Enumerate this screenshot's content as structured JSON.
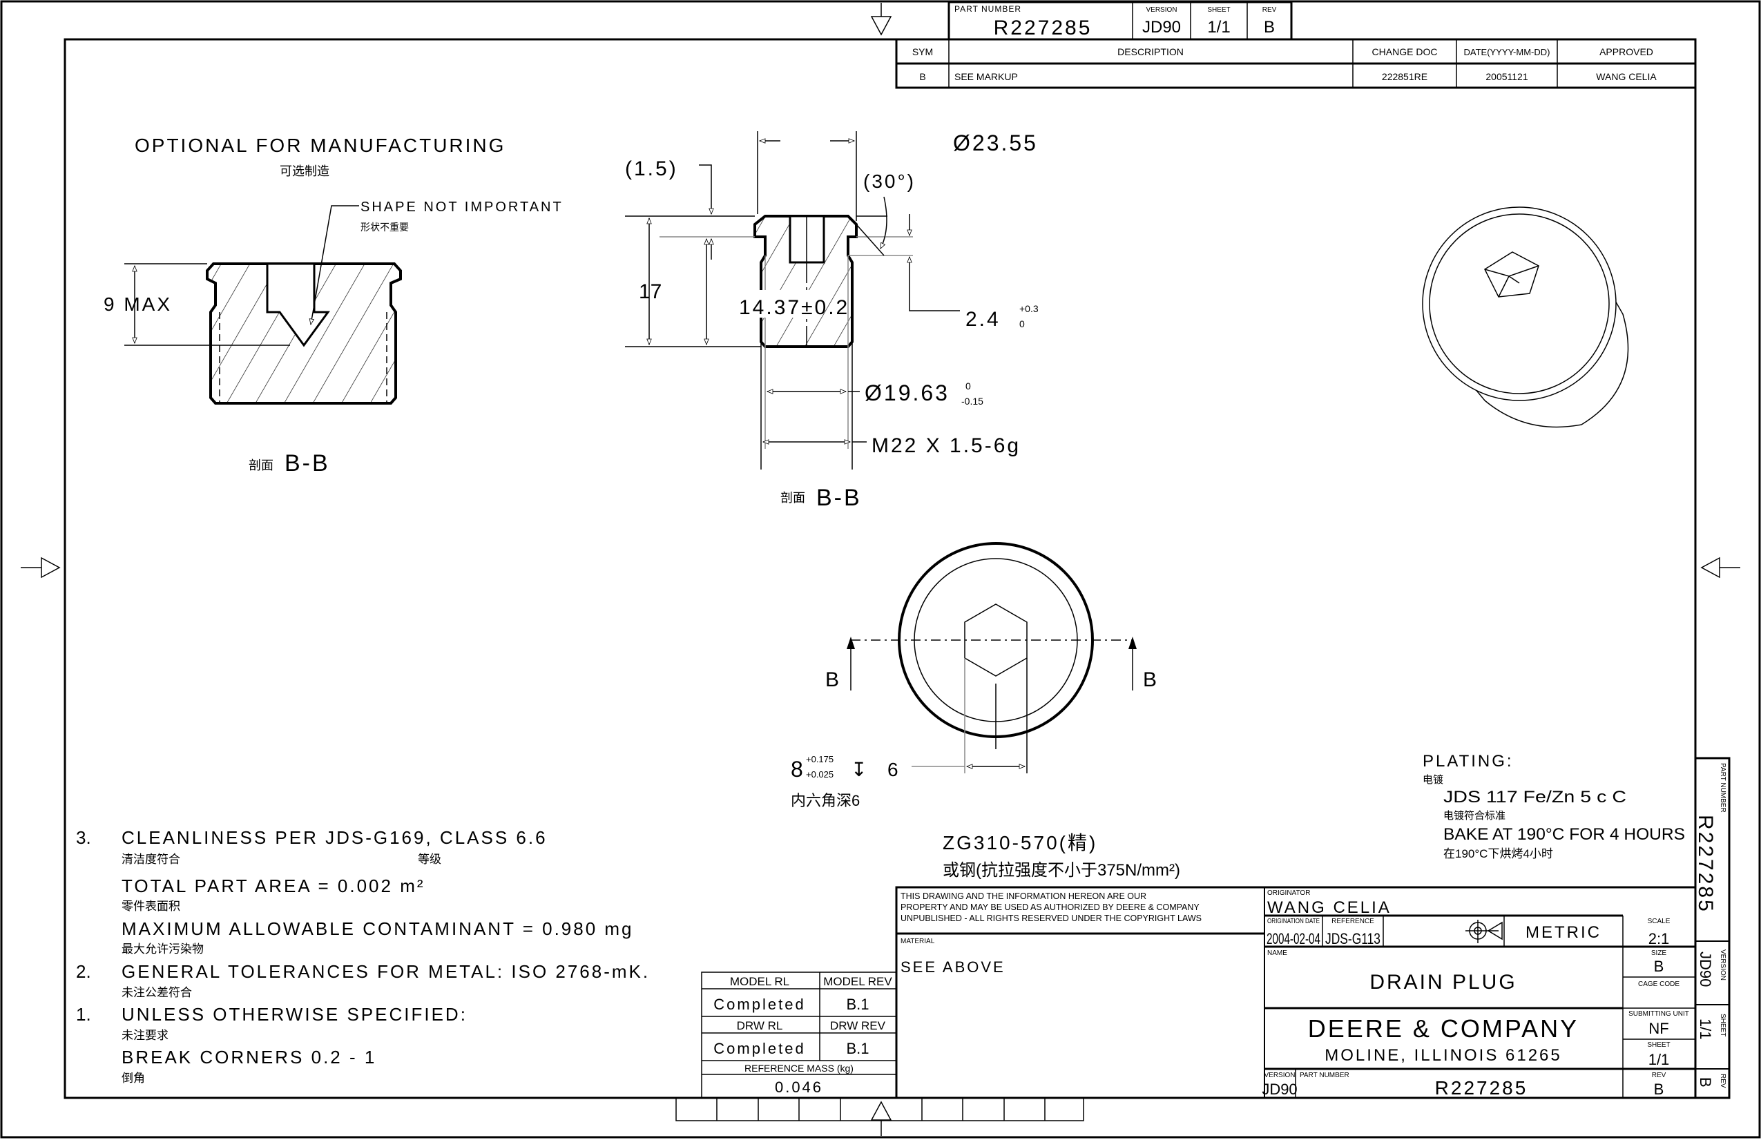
{
  "header": {
    "part_number_label": "PART NUMBER",
    "part_number": "R227285",
    "version_label": "VERSION",
    "version": "JD90",
    "sheet_label": "SHEET",
    "sheet": "1/1",
    "rev_label": "REV",
    "rev": "B"
  },
  "revision_table": {
    "columns": [
      "SYM",
      "DESCRIPTION",
      "CHANGE DOC",
      "DATE(YYYY-MM-DD)",
      "APPROVED"
    ],
    "rows": [
      [
        "B",
        "SEE MARKUP",
        "222851RE",
        "20051121",
        "WANG CELIA"
      ]
    ]
  },
  "left_view": {
    "optional": "OPTIONAL FOR MANUFACTURING",
    "optional_cn": "可选制造",
    "shape": "SHAPE NOT IMPORTANT",
    "shape_cn": "形状不重要",
    "dim_max": "9 MAX",
    "section_cn": "剖面",
    "section": "B-B"
  },
  "section_view": {
    "dia_outer": "Ø23.55",
    "flange": "(1.5)",
    "angle": "(30°)",
    "height": "17",
    "height2": "14.37±0.2",
    "groove": "2.4",
    "groove_tol_up": "+0.3",
    "groove_tol_low": "0",
    "dia_minor": "Ø19.63",
    "minor_tol_up": "0",
    "minor_tol_low": "-0.15",
    "thread": "M22 X 1.5-6g",
    "section_cn": "剖面",
    "section": "B-B"
  },
  "top_view": {
    "cut_label": "B",
    "hex": "8",
    "hex_tol_up": "+0.175",
    "hex_tol_low": "+0.025",
    "depth_symbol": "↧",
    "depth": "6",
    "hex_cn": "内六角深6"
  },
  "material_notes": {
    "grade": "ZG310-570(精)",
    "grade_cn": "或钢(抗拉强度不小于375N/mm²)"
  },
  "plating": {
    "title": "PLATING:",
    "title_cn": "电镀",
    "spec": "JDS 117 Fe/Zn 5 c C",
    "spec_cn": "电镀符合标准",
    "bake": "BAKE AT 190°C FOR 4 HOURS",
    "bake_cn": "在190°C下烘烤4小时"
  },
  "notes": [
    {
      "num": "3.",
      "text": "CLEANLINESS PER JDS-G169, CLASS 6.6",
      "cn": "清洁度符合",
      "cn2": "等级"
    },
    {
      "num": "",
      "text": "TOTAL PART AREA = 0.002 m²",
      "cn": "零件表面积"
    },
    {
      "num": "",
      "text": "MAXIMUM ALLOWABLE CONTAMINANT = 0.980 mg",
      "cn": "最大允许污染物"
    },
    {
      "num": "2.",
      "text": "GENERAL TOLERANCES FOR METAL: ISO 2768-mK.",
      "cn": "未注公差符合"
    },
    {
      "num": "1.",
      "text": "UNLESS OTHERWISE SPECIFIED:",
      "cn": "未注要求"
    },
    {
      "num": "",
      "text": "BREAK CORNERS 0.2 - 1",
      "cn": "倒角"
    }
  ],
  "model_table": {
    "model_rl_label": "MODEL RL",
    "model_rev_label": "MODEL REV",
    "model_rl": "Completed",
    "model_rev": "B.1",
    "drw_rl_label": "DRW RL",
    "drw_rev_label": "DRW REV",
    "drw_rl": "Completed",
    "drw_rev": "B.1",
    "mass_label": "REFERENCE MASS (kg)",
    "mass": "0.046"
  },
  "title_block": {
    "copyright": [
      "THIS DRAWING AND THE INFORMATION HEREON ARE OUR",
      "PROPERTY AND MAY BE USED AS AUTHORIZED BY DEERE & COMPANY",
      "UNPUBLISHED - ALL RIGHTS RESERVED UNDER THE COPYRIGHT LAWS"
    ],
    "material_label": "MATERIAL",
    "material": "SEE ABOVE",
    "originator_label": "ORIGINATOR",
    "originator": "WANG CELIA",
    "orig_date_label": "ORIGINATION DATE",
    "orig_date": "2004-02-04",
    "reference_label": "REFERENCE",
    "reference": "JDS-G113",
    "units": "METRIC",
    "scale_label": "SCALE",
    "scale": "2:1",
    "name_label": "NAME",
    "name": "DRAIN PLUG",
    "size_label": "SIZE",
    "size": "B",
    "cage_label": "CAGE CODE",
    "company": "DEERE & COMPANY",
    "address": "MOLINE, ILLINOIS 61265",
    "sub_unit_label": "SUBMITTING UNIT",
    "sub_unit": "NF",
    "sheet_label": "SHEET",
    "sheet": "1/1",
    "version_label": "VERSION",
    "version": "JD90",
    "part_label": "PART NUMBER",
    "part": "R227285",
    "rev_label": "REV",
    "rev": "B"
  },
  "side_strip": {
    "part_label": "PART NUMBER",
    "part": "R227285",
    "version_label": "VERSION",
    "version": "JD90",
    "sheet_label": "SHEET",
    "sheet": "1/1",
    "rev_label": "REV",
    "rev": "B"
  }
}
